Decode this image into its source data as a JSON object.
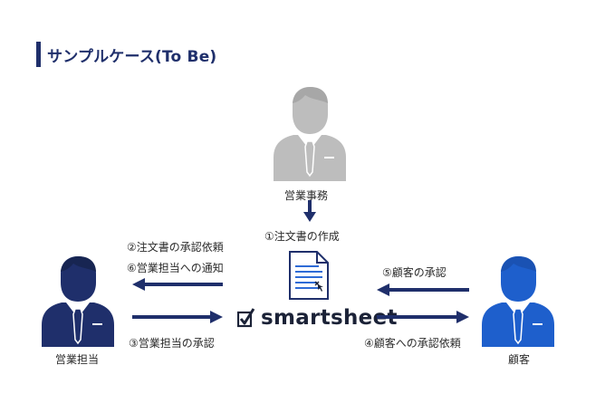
{
  "header": {
    "title": "サンプルケース(To Be)"
  },
  "actors": {
    "office": "営業事務",
    "sales": "営業担当",
    "customer": "顧客"
  },
  "steps": {
    "s1": "①注文書の作成",
    "s2": "②注文書の承認依頼",
    "s3": "③営業担当の承認",
    "s4": "④顧客への承認依頼",
    "s5": "⑤顧客の承認",
    "s6": "⑥営業担当への通知"
  },
  "brand": {
    "name": "smartsheet"
  },
  "colors": {
    "office_person": "#bdbdbd",
    "sales_person": "#1f2f6b",
    "customer_person": "#1e5fcc",
    "arrow": "#1f2f6b"
  },
  "icons": {
    "office": "person-icon",
    "sales": "person-icon",
    "customer": "person-icon",
    "document": "document-icon",
    "brand": "checkmark-logo-icon"
  }
}
